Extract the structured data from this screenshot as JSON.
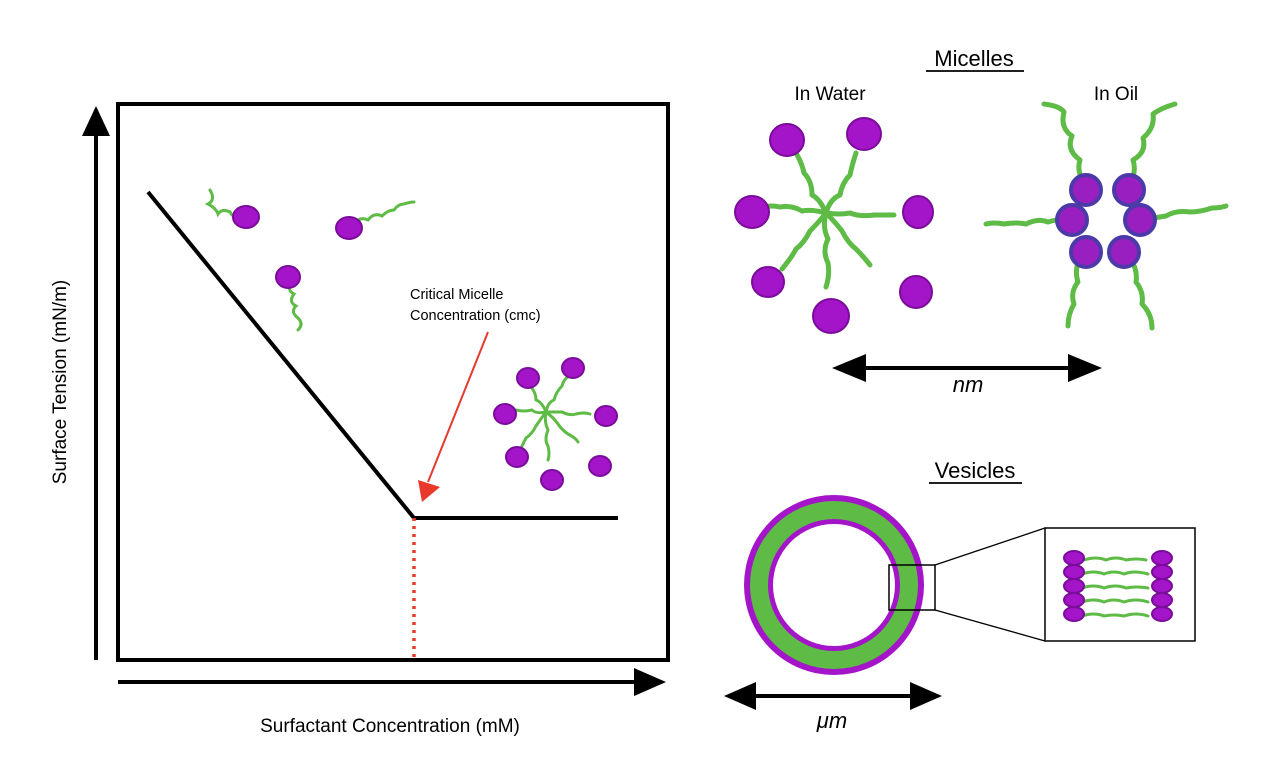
{
  "graph": {
    "y_axis_label": "Surface Tension (mN/m)",
    "x_axis_label": "Surfactant Concentration (mM)",
    "cmc_annotation_line1": "Critical Micelle",
    "cmc_annotation_line2": "Concentration (cmc)"
  },
  "micelles": {
    "title": "Micelles",
    "water_label": "In Water",
    "oil_label": "In Oil",
    "scale_label": "nm"
  },
  "vesicles": {
    "title": "Vesicles",
    "scale_label": "μm"
  },
  "colors": {
    "head": "#a414c8",
    "tail": "#5dbb46",
    "cmc_arrow": "#e8392b",
    "line": "#000000"
  }
}
